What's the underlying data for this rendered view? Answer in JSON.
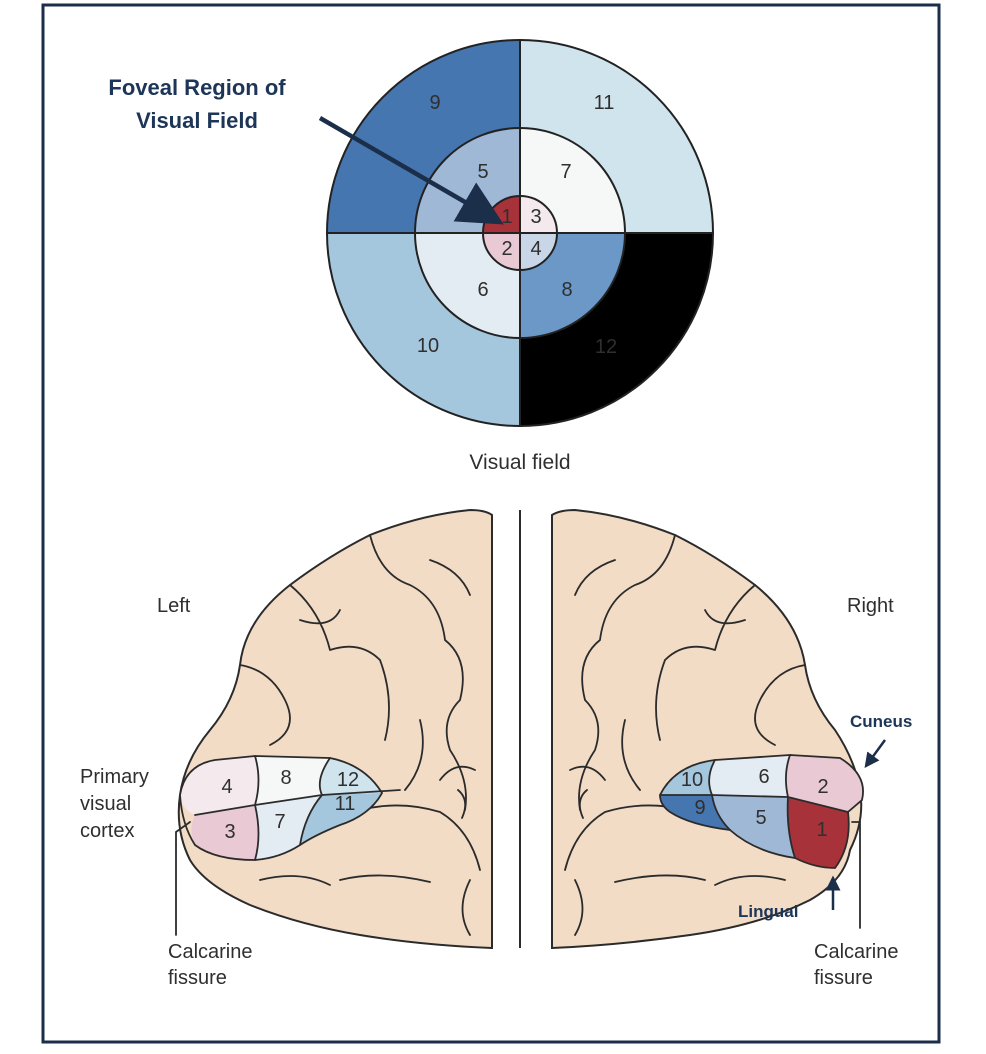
{
  "annotation": {
    "line1": "Foveal Region of",
    "line2": "Visual Field"
  },
  "visual_field": {
    "caption": "Visual field",
    "sectors": [
      {
        "id": "1",
        "color": "#c96f8a"
      },
      {
        "id": "2",
        "color": "#a8323a"
      },
      {
        "id": "3",
        "color": "#e9c9d3"
      },
      {
        "id": "4",
        "color": "#f4e9ec"
      },
      {
        "id": "5",
        "color": "#c8d6e7"
      },
      {
        "id": "6",
        "color": "#9eb8d6"
      },
      {
        "id": "7",
        "color": "#e4ecf3"
      },
      {
        "id": "8",
        "color": "#f6f8f8"
      },
      {
        "id": "9",
        "color": "#6b98c7"
      },
      {
        "id": "10",
        "color": "#4676b0"
      },
      {
        "id": "11",
        "color": "#a5c7de"
      },
      {
        "id": "12",
        "color": "#cfe4ec"
      }
    ]
  },
  "left_hemisphere": {
    "label": "Left",
    "cortex_label": [
      "Primary",
      "visual",
      "cortex"
    ],
    "fissure_label": [
      "Calcarine",
      "fissure"
    ],
    "regions": [
      "4",
      "8",
      "12",
      "3",
      "7",
      "11"
    ]
  },
  "right_hemisphere": {
    "label": "Right",
    "fissure_label": [
      "Calcarine",
      "fissure"
    ],
    "regions": [
      "10",
      "6",
      "2",
      "9",
      "5",
      "1"
    ],
    "cuneus_label": "Cuneus",
    "lingual_label": "Lingual"
  },
  "colors": {
    "frame": "#1b2e4a",
    "arrow": "#1b2e4a",
    "annotation": "#1d3557"
  }
}
